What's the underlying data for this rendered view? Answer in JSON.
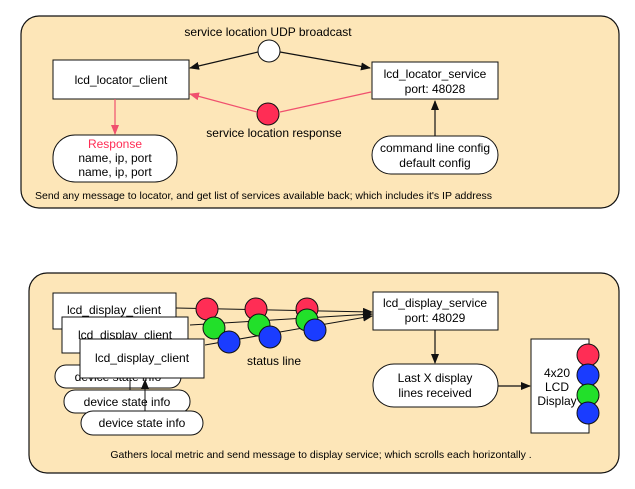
{
  "colors": {
    "panel_fill": "#fde6b8",
    "panel_stroke": "#111111",
    "red_arrow": "#f0506e",
    "response_text": "#ff2d55",
    "dot_red": "#ff2d55",
    "dot_green": "#22e02a",
    "dot_blue": "#1a3cff",
    "dot_white": "#ffffff"
  },
  "top_panel": {
    "broadcast_label": "service location UDP broadcast",
    "client_label": "lcd_locator_client",
    "service_label": "lcd_locator_service",
    "service_port": "port: 48028",
    "response_label": "service location response",
    "response_title": "Response",
    "response_line_1": "name, ip, port",
    "response_line_2": "name, ip, port",
    "config_line_1": "command line config",
    "config_line_2": "default config",
    "caption": "Send any message to locator, and get list of services available back; which includes it's IP address"
  },
  "bottom_panel": {
    "client_labels": [
      "lcd_display_client",
      "lcd_display_client",
      "lcd_display_client"
    ],
    "device_state_labels": [
      "device state info",
      "device state info",
      "device state info"
    ],
    "status_line_label": "status line",
    "service_label": "lcd_display_service",
    "service_port": "port: 48029",
    "last_x_line_1": "Last X display",
    "last_x_line_2": "lines received",
    "display_line_1": "4x20",
    "display_line_2": "LCD",
    "display_line_3": "Display",
    "caption": "Gathers local metric and send message to display service; which scrolls each horizontally ."
  }
}
